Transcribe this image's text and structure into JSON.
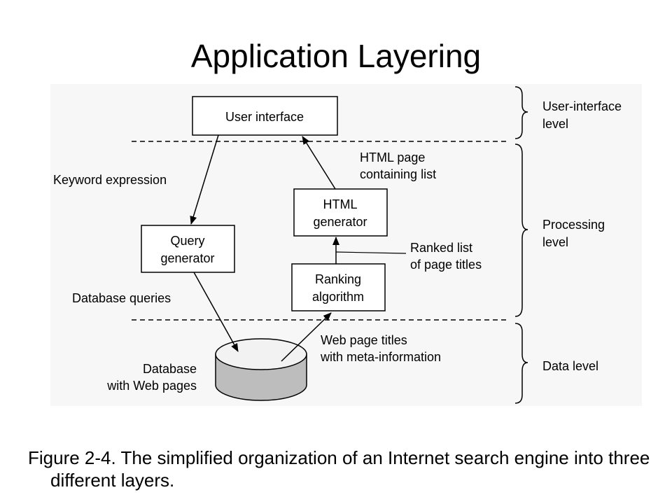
{
  "title": "Application Layering",
  "diagram": {
    "boxes": {
      "user_interface": "User interface",
      "html_generator": [
        "HTML",
        "generator"
      ],
      "query_generator": [
        "Query",
        "generator"
      ],
      "ranking_algorithm": [
        "Ranking",
        "algorithm"
      ]
    },
    "database_label": [
      "Database",
      "with Web pages"
    ],
    "edge_labels": {
      "keyword_expression": "Keyword expression",
      "html_page": [
        "HTML page",
        "containing list"
      ],
      "ranked_list": [
        "Ranked list",
        "of page titles"
      ],
      "database_queries": "Database queries",
      "web_page_titles": [
        "Web page titles",
        "with meta-information"
      ]
    },
    "levels": {
      "user_interface": [
        "User-interface",
        "level"
      ],
      "processing": [
        "Processing",
        "level"
      ],
      "data": [
        "Data level"
      ]
    },
    "colors": {
      "database_fill": "#bdbdbd",
      "panel_background": "#f7f7f7"
    }
  },
  "caption": "Figure 2-4. The simplified organization of an Internet search engine into three different layers."
}
